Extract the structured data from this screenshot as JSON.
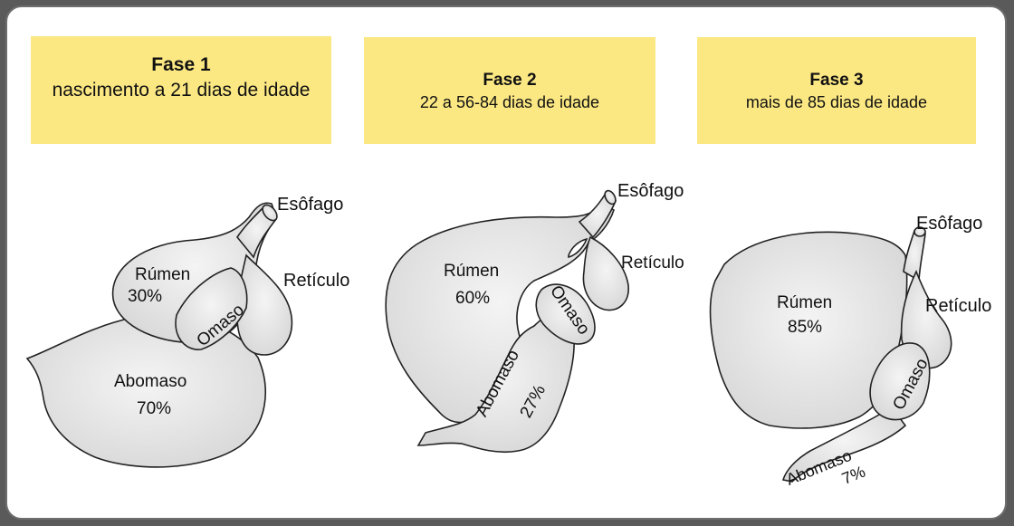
{
  "colors": {
    "frame": "#5a5a5a",
    "phase_box": "#fbe883",
    "organ_fill": "#e6e6e6",
    "outline": "#222222"
  },
  "phases": [
    {
      "title": "Fase 1",
      "subtitle": "nascimento a 21 dias de idade"
    },
    {
      "title": "Fase 2",
      "subtitle": "22 a 56-84 dias de idade"
    },
    {
      "title": "Fase 3",
      "subtitle": "mais de 85 dias de idade"
    }
  ],
  "diagram1": {
    "esofago": "Esôfago",
    "retículo": "Retículo",
    "rumen": "Rúmen",
    "rumen_pct": "30%",
    "omaso": "Omaso",
    "abomaso": "Abomaso",
    "abomaso_pct": "70%"
  },
  "diagram2": {
    "esofago": "Esôfago",
    "retículo": "Retículo",
    "rumen": "Rúmen",
    "rumen_pct": "60%",
    "omaso": "Omaso",
    "abomaso": "Abomaso",
    "abomaso_pct": "27%"
  },
  "diagram3": {
    "esofago": "Esôfago",
    "retículo": "Retículo",
    "rumen": "Rúmen",
    "rumen_pct": "85%",
    "omaso": "Omaso",
    "abomaso": "Abomaso",
    "abomaso_pct": "7%"
  }
}
